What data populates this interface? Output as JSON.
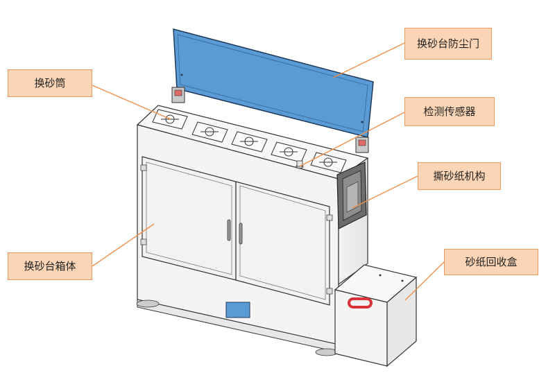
{
  "labels": {
    "dust_door": "换砂台防尘门",
    "sand_drum": "换砂筒",
    "sensor": "检测传感器",
    "tear_mechanism": "撕砂纸机构",
    "cabinet": "换砂台箱体",
    "recycle_box": "砂纸回收盒"
  },
  "colors": {
    "callout_fill": "#fbd5b5",
    "callout_border": "#ee9b5f",
    "leader_line": "#f0904a",
    "lid_blue": "#5b9bd5",
    "handle_red": "#d9333a"
  }
}
